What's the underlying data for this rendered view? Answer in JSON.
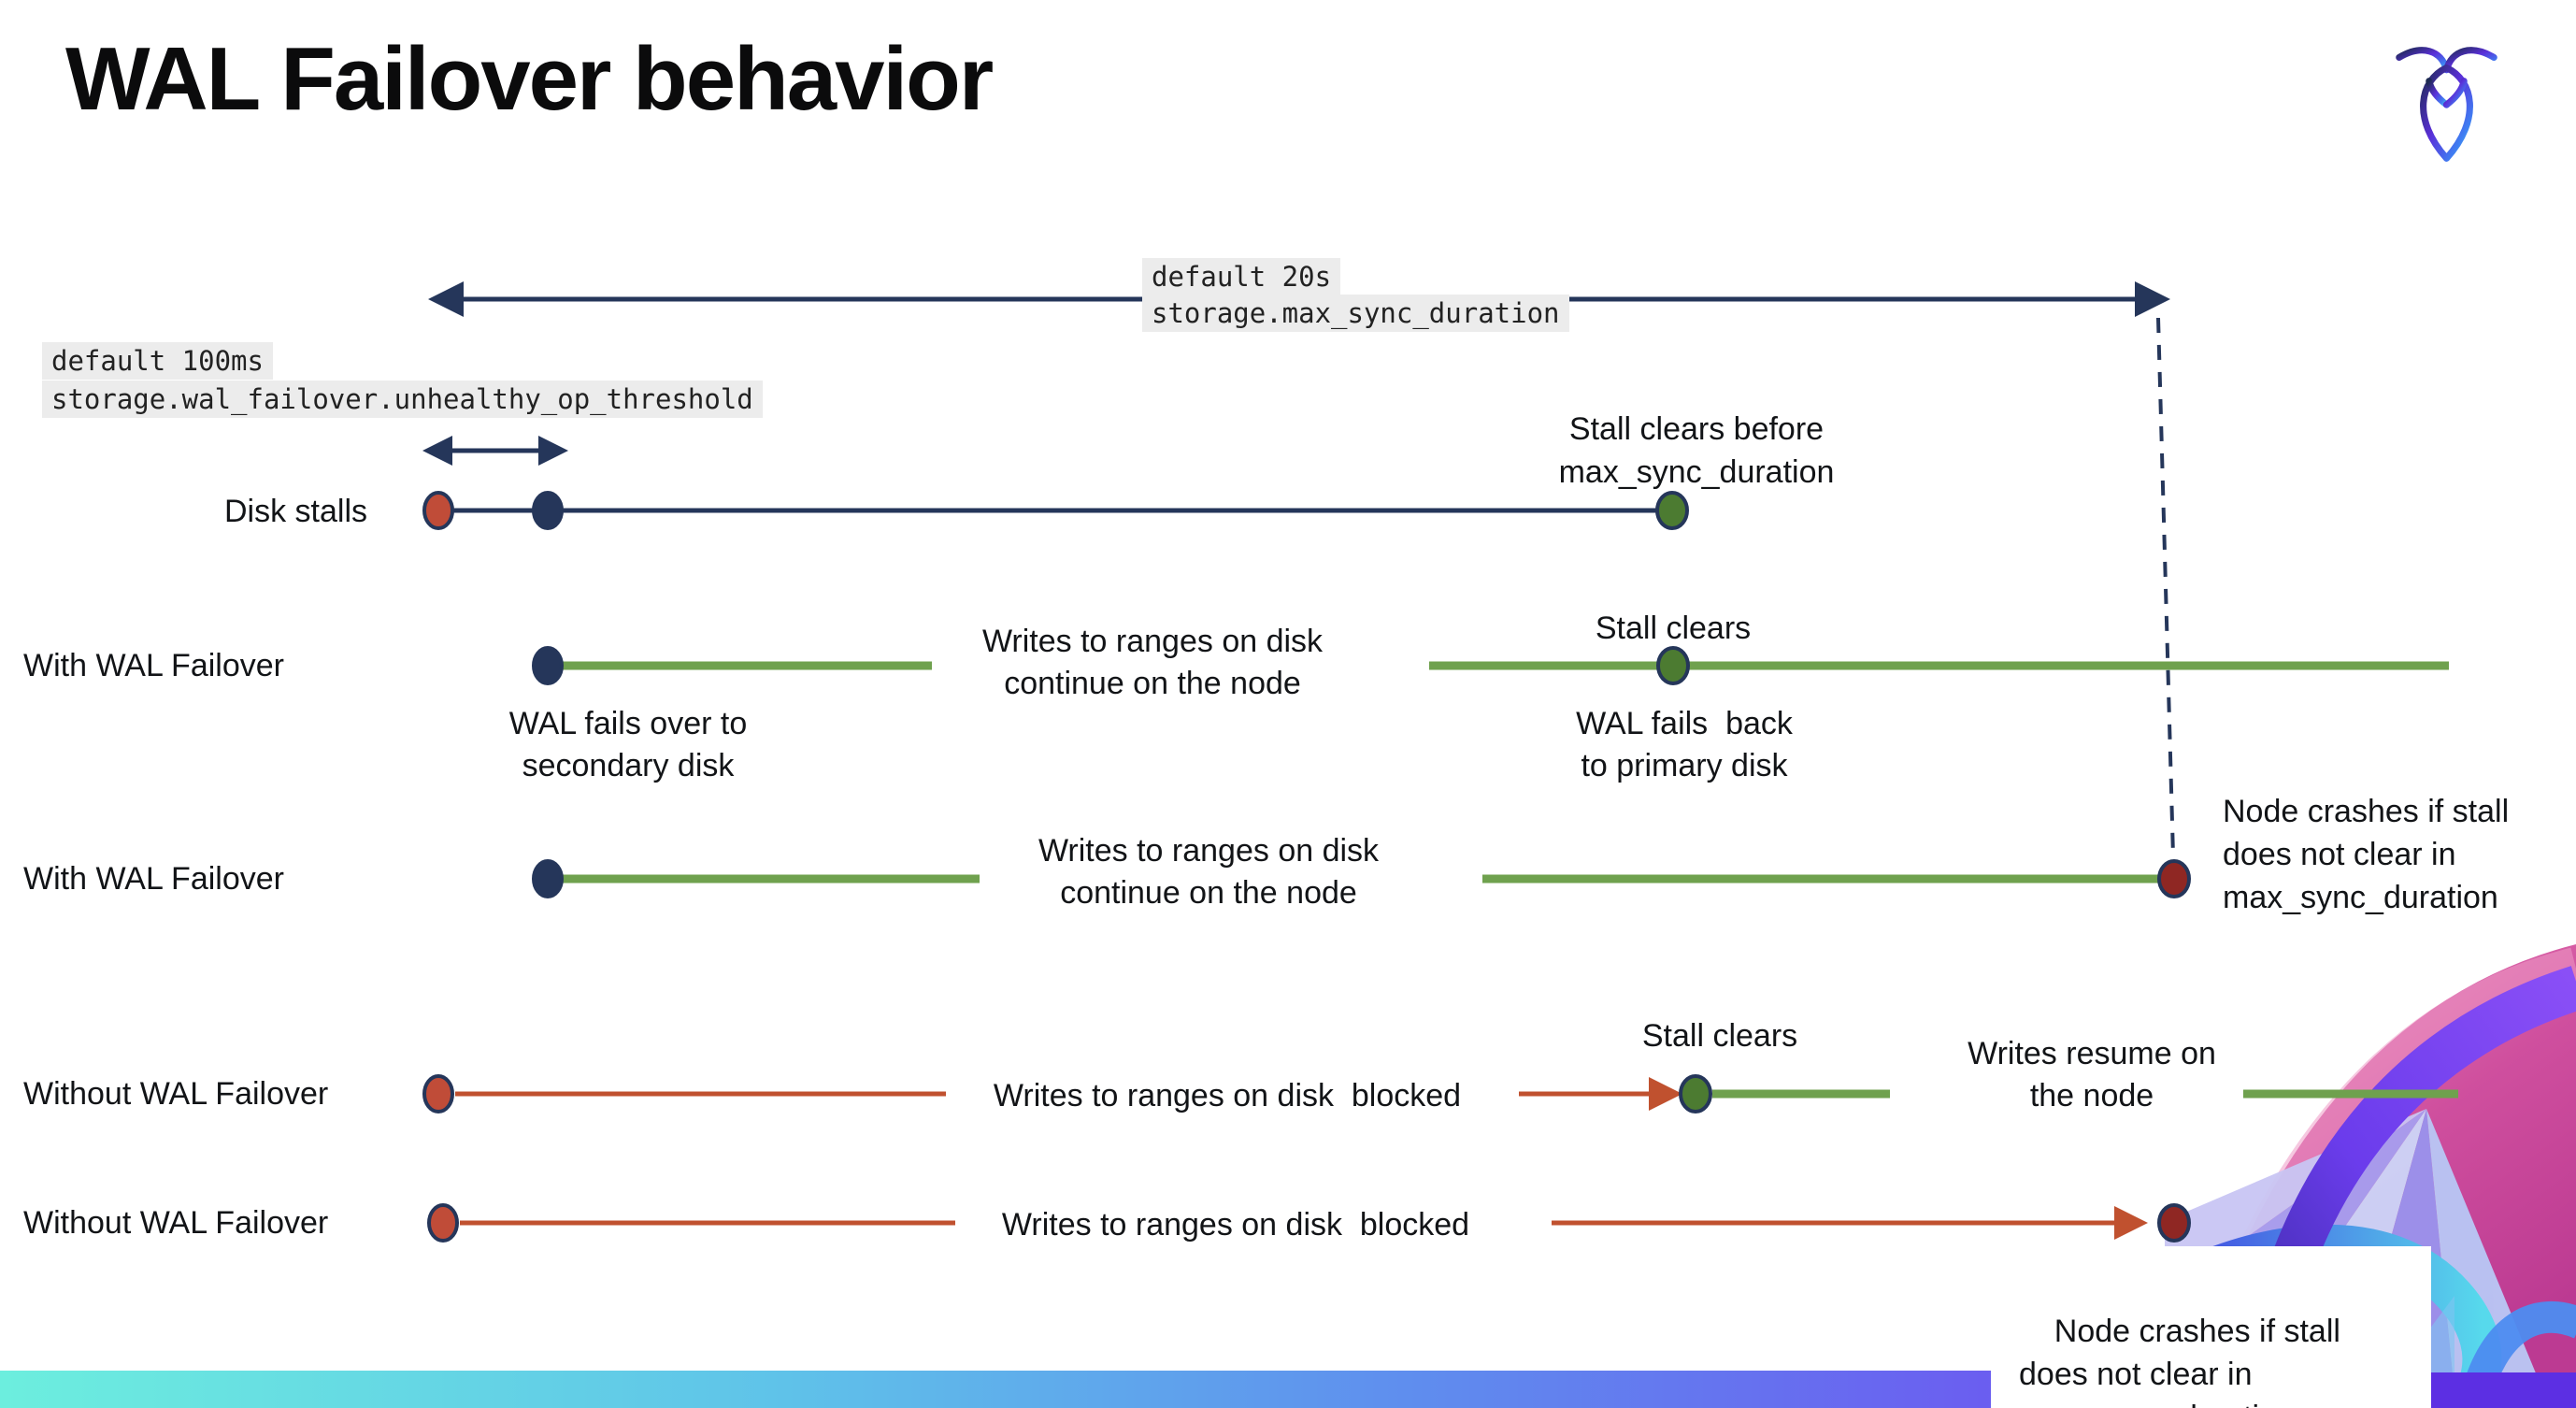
{
  "title": "WAL Failover behavior",
  "logo_icon": "cockroachdb-logo",
  "colors": {
    "navy": "#25365a",
    "green_line": "#6fa14e",
    "green_dot": "#4c7b31",
    "red_line": "#c0512f",
    "red_dot": "#c04c38",
    "crash_dot": "#8f2723",
    "label_bg": "#ececec",
    "text": "#121417",
    "bar_start": "#6ceede",
    "bar_mid": "#5f8dee",
    "bar_end": "#5c2fe3"
  },
  "settings": {
    "max_sync": {
      "default_label": "default 20s",
      "setting_name": "storage.max_sync_duration"
    },
    "unhealthy_op": {
      "default_label": "default 100ms",
      "setting_name": "storage.wal_failover.unhealthy_op_threshold"
    }
  },
  "rows": {
    "disk_stalls": {
      "label": "Disk stalls",
      "end_note": "Stall clears before\nmax_sync_duration"
    },
    "with_wal_1": {
      "label": "With WAL Failover",
      "start_note": "WAL fails over to\nsecondary disk",
      "mid_text": "Writes to ranges on disk\ncontinue on the node",
      "stall_note": "Stall clears",
      "fallback_note": "WAL fails  back\nto primary disk"
    },
    "with_wal_2": {
      "label": "With WAL Failover",
      "mid_text": "Writes to ranges on disk\ncontinue on the node",
      "crash_note": "Node crashes if stall\ndoes not clear in\nmax_sync_duration"
    },
    "without_wal_1": {
      "label": "Without WAL Failover",
      "mid_text": "Writes to ranges on disk  blocked",
      "stall_note": "Stall clears",
      "resume_note": "Writes resume on\nthe node"
    },
    "without_wal_2": {
      "label": "Without WAL Failover",
      "mid_text": "Writes to ranges on disk  blocked",
      "crash_note": "Node crashes if stall\ndoes not clear in\nmax_sync_duration"
    }
  }
}
